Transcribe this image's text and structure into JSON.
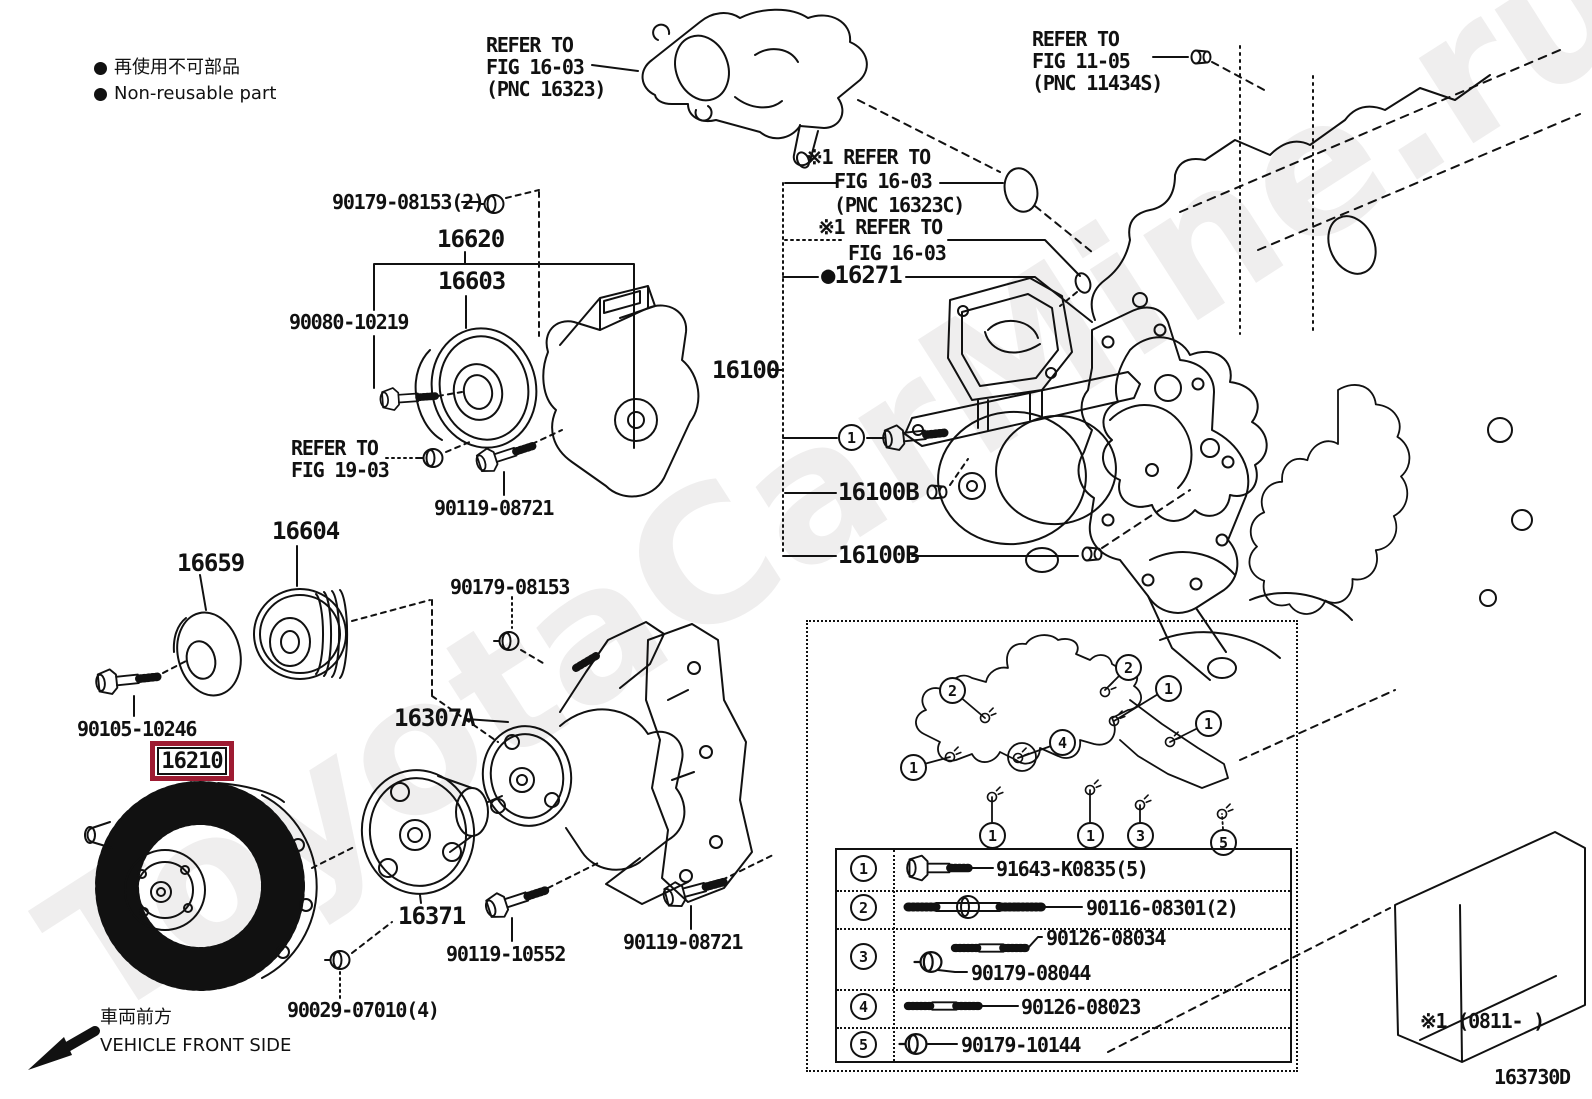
{
  "page": {
    "diagram_code": "163730D",
    "revision_note": "※1 (0811-      )",
    "watermark": "ToyotaCarMine.ru"
  },
  "legend": {
    "jp": "再使用不可部品",
    "en": "Non-reusable part"
  },
  "direction": {
    "jp": "車両前方",
    "en": "VEHICLE FRONT SIDE"
  },
  "references": {
    "fig1603_top": [
      "REFER TO",
      "FIG 16-03",
      "(PNC 16323)"
    ],
    "fig1105": [
      "REFER TO",
      "FIG 11-05",
      "(PNC 11434S)"
    ],
    "fig1603_c": [
      "※1 REFER TO",
      "FIG 16-03",
      "(PNC 16323C)"
    ],
    "fig1603_b": [
      "※1 REFER TO",
      "FIG 16-03"
    ],
    "fig1903": [
      "REFER TO",
      "FIG 19-03"
    ]
  },
  "parts": {
    "p90179_08153_2": "90179-08153(2)",
    "p16620": "16620",
    "p16603": "16603",
    "p90080_10219": "90080-10219",
    "p90119_08721_a": "90119-08721",
    "p16271": "●16271",
    "p16100": "16100",
    "p16100B_a": "16100B",
    "p16100B_b": "16100B",
    "p16604": "16604",
    "p16659": "16659",
    "p90179_08153": "90179-08153",
    "p90105_10246": "90105-10246",
    "p16210": "16210",
    "p16307A": "16307A",
    "p16371": "16371",
    "p90119_10552": "90119-10552",
    "p90119_08721_b": "90119-08721",
    "p90029_07010_4": "90029-07010(4)"
  },
  "main_callout": "1",
  "inset": {
    "callouts": [
      {
        "n": "2"
      },
      {
        "n": "2"
      },
      {
        "n": "1"
      },
      {
        "n": "1"
      },
      {
        "n": "1"
      },
      {
        "n": "4"
      },
      {
        "n": "1"
      },
      {
        "n": "1"
      },
      {
        "n": "3"
      },
      {
        "n": "5"
      }
    ],
    "table": [
      {
        "no": "1",
        "parts": [
          "91643-K0835(5)"
        ]
      },
      {
        "no": "2",
        "parts": [
          "90116-08301(2)"
        ]
      },
      {
        "no": "3",
        "parts": [
          "90126-08034",
          "90179-08044"
        ]
      },
      {
        "no": "4",
        "parts": [
          "90126-08023"
        ]
      },
      {
        "no": "5",
        "parts": [
          "90179-10144"
        ]
      }
    ]
  },
  "colors": {
    "highlight_box": "#9e1b32",
    "line": "#111111",
    "watermark": "#efeeee"
  }
}
